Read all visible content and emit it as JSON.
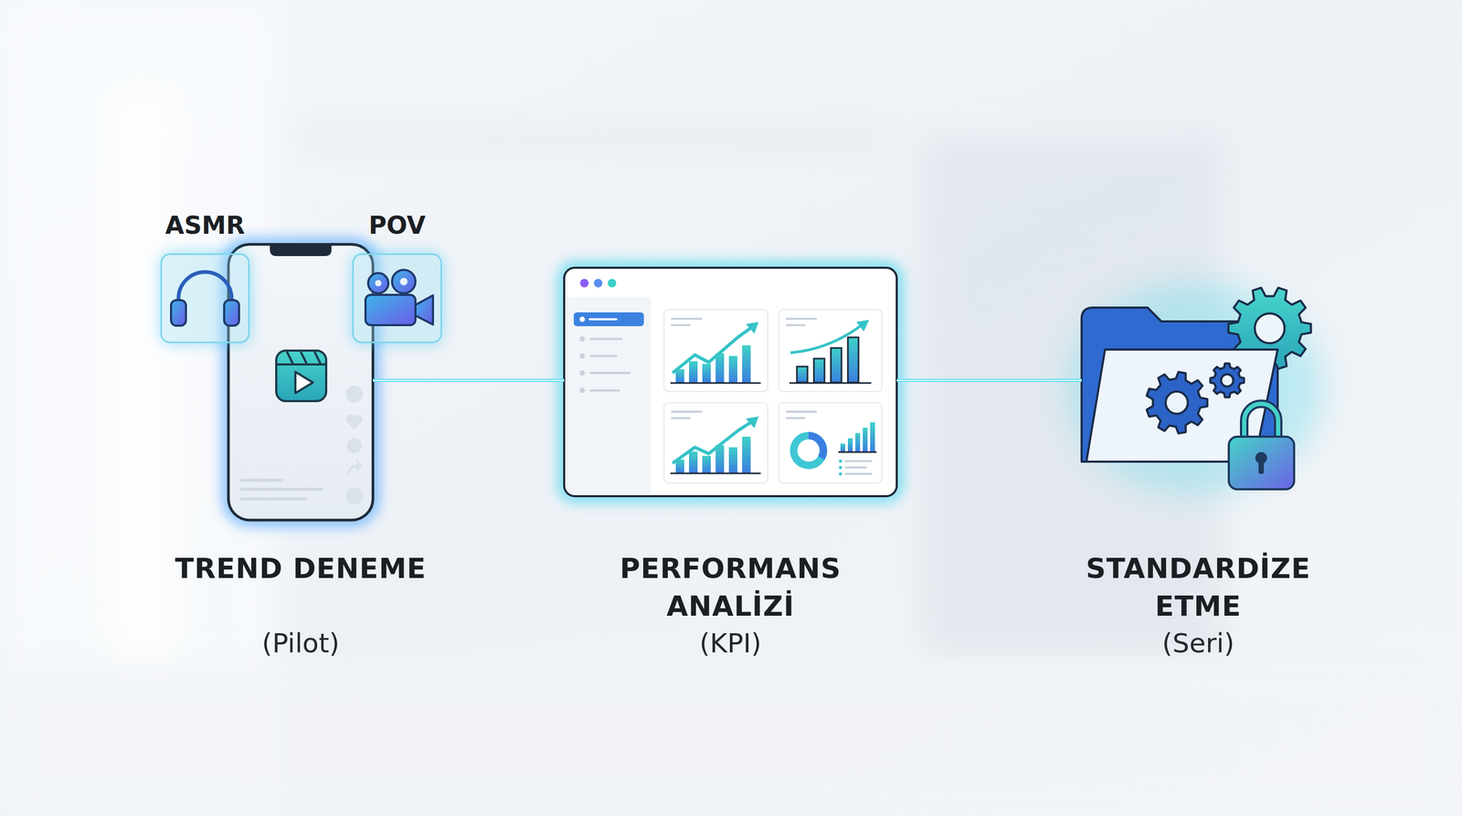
{
  "diagram": {
    "nodes": [
      {
        "text": [
          "ASMR"
        ]
      },
      {
        "text": [
          "POV"
        ]
      },
      {
        "text": [
          "TREND DENEME",
          "(Pilot)"
        ]
      },
      {
        "text": [
          "PERFORMANS ANALİZİ",
          "(KPI)"
        ]
      },
      {
        "text": [
          "STANDARDİZE ETME",
          "(Seri)"
        ]
      }
    ],
    "edges": [
      {
        "from": 2,
        "to": 3,
        "arrow": "none"
      },
      {
        "from": 3,
        "to": 4,
        "arrow": "none"
      }
    ]
  }
}
